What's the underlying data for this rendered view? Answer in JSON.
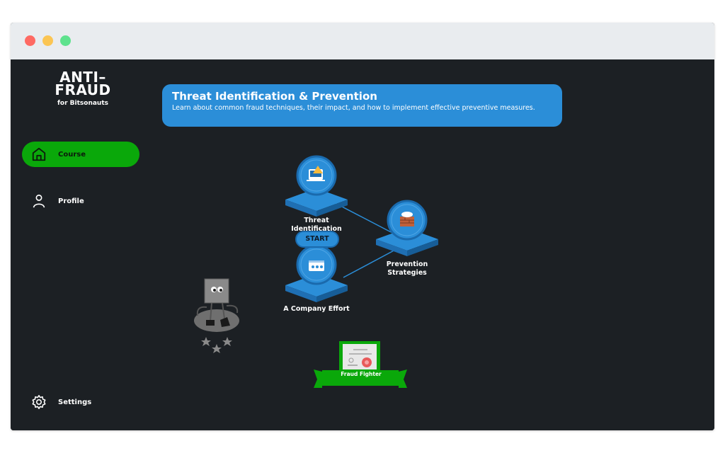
{
  "logo": {
    "line1": "ANTI–",
    "line2": "FRAUD",
    "line3": "for Bitsonauts"
  },
  "nav": {
    "course": "Course",
    "profile": "Profile",
    "settings": "Settings"
  },
  "banner": {
    "title": "Threat Identification & Prevention",
    "subtitle": "Learn about common fraud techniques, their impact, and how to implement effective preventive measures."
  },
  "nodes": {
    "threat": "Threat Identification",
    "prevention": "Prevention Strategies",
    "company": "A Company Effort",
    "start": "START"
  },
  "certificate": {
    "label": "Fraud Fighter"
  },
  "icons": {
    "home": "home-icon",
    "profile": "person-icon",
    "settings": "gear-icon"
  },
  "colors": {
    "accent_green": "#0aa80a",
    "accent_blue": "#2b8ed8",
    "background": "#1c2024"
  }
}
